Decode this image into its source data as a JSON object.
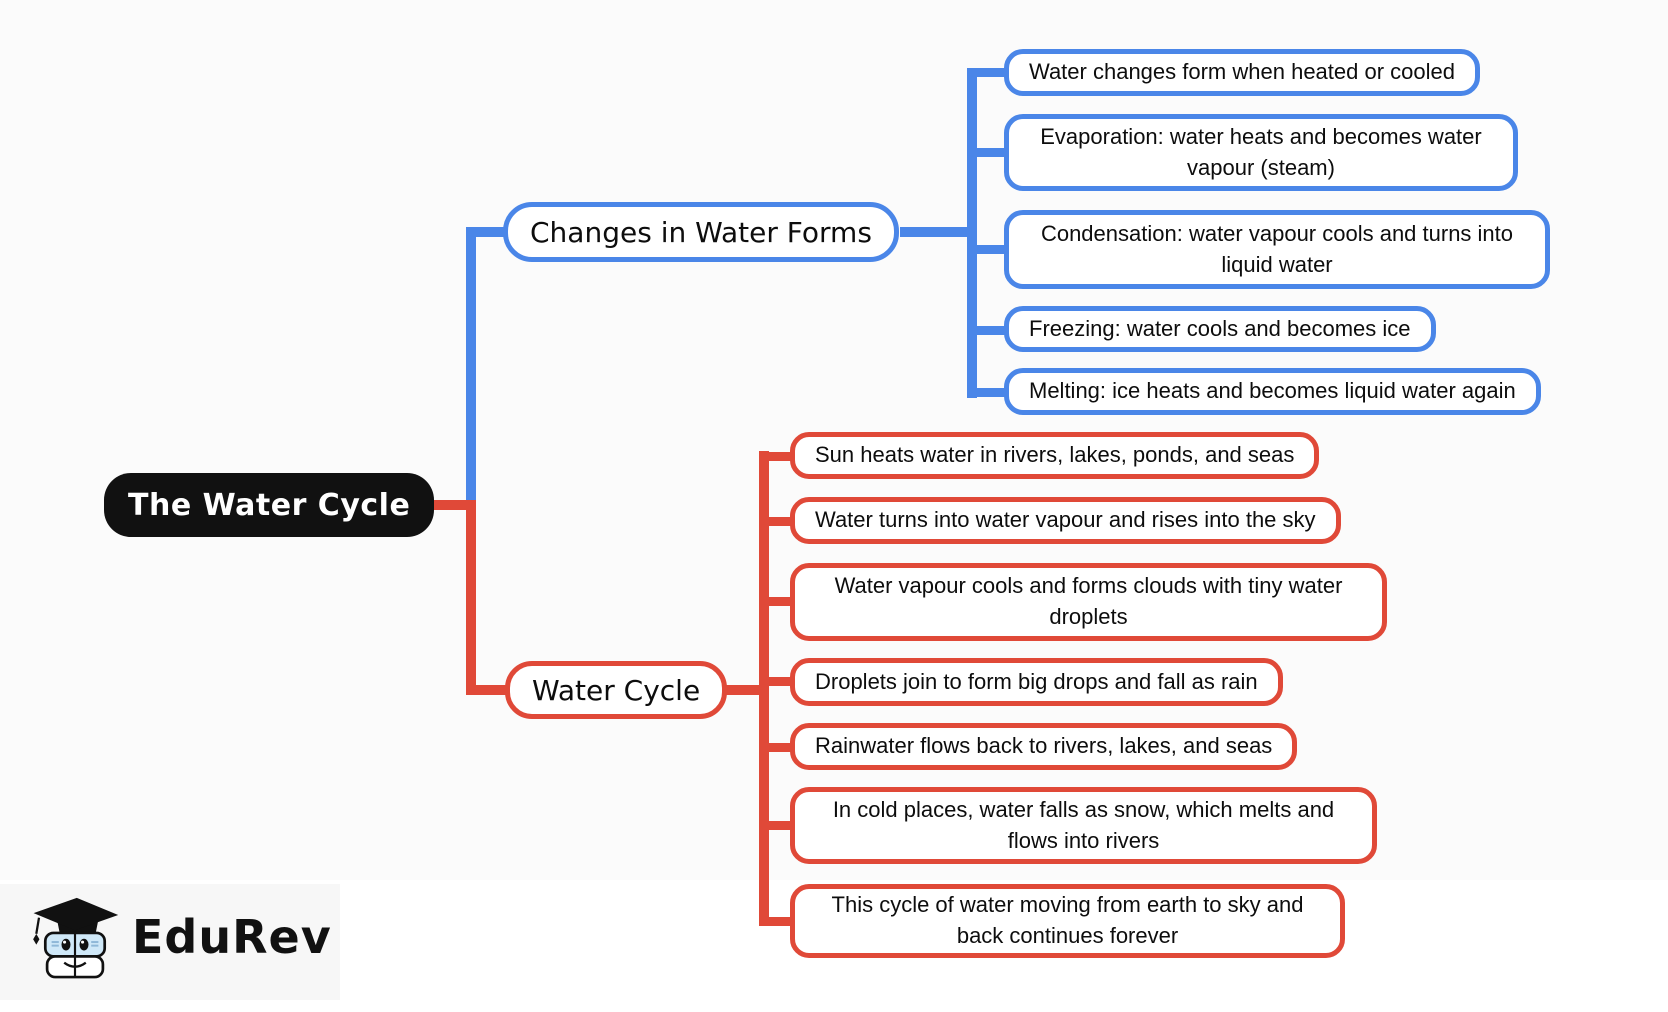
{
  "title": "The Water Cycle mind map",
  "root": {
    "label": "The Water Cycle"
  },
  "branches": [
    {
      "label": "Changes in Water Forms",
      "color": "#4a86e8",
      "leaves": [
        "Water changes form when heated or cooled",
        "Evaporation: water heats and becomes water vapour (steam)",
        "Condensation: water vapour cools and turns into liquid water",
        "Freezing: water cools and becomes ice",
        "Melting: ice heats and becomes liquid water again"
      ]
    },
    {
      "label": "Water Cycle",
      "color": "#e04938",
      "leaves": [
        "Sun heats water in rivers, lakes, ponds, and seas",
        "Water turns into water vapour and rises into the sky",
        "Water vapour cools and forms clouds with tiny water droplets",
        "Droplets join to form big drops and fall as rain",
        "Rainwater flows back to rivers, lakes, and seas",
        "In cold places, water falls as snow, which melts and flows into rivers",
        "This cycle of water moving from earth to sky and back continues forever"
      ]
    }
  ],
  "logo": {
    "brand": "EduRev",
    "icon": "edurev-mascot-icon"
  },
  "colors": {
    "branch_blue": "#4a86e8",
    "branch_red": "#e04938",
    "root_background": "#111111",
    "root_text": "#ffffff",
    "leaf_background": "#ffffff",
    "text": "#0d0d0d",
    "canvas_background": "#fbfbfb"
  }
}
